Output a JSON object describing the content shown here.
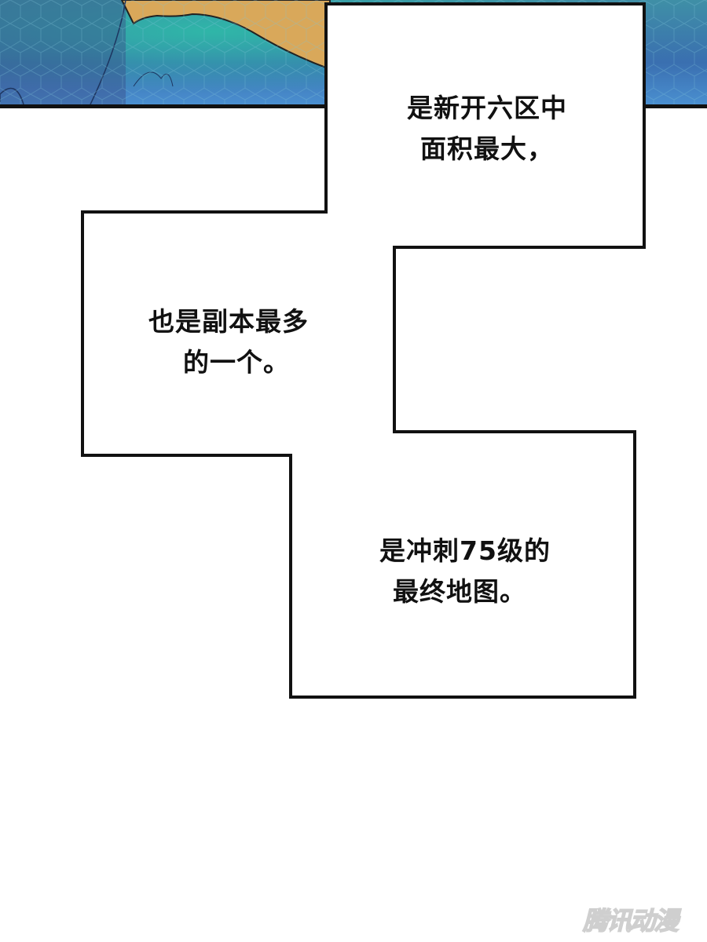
{
  "captions": [
    {
      "line1": "是新开六区中",
      "line2": "面积最大，"
    },
    {
      "line1": "也是副本最多",
      "line2": "的一个。"
    },
    {
      "line1": "是冲刺75级的",
      "line2": "最终地图。"
    }
  ],
  "watermark": "腾讯动漫",
  "colors": {
    "sea": "#3a6fb0",
    "land": "#d9a85a",
    "border": "#111111"
  }
}
